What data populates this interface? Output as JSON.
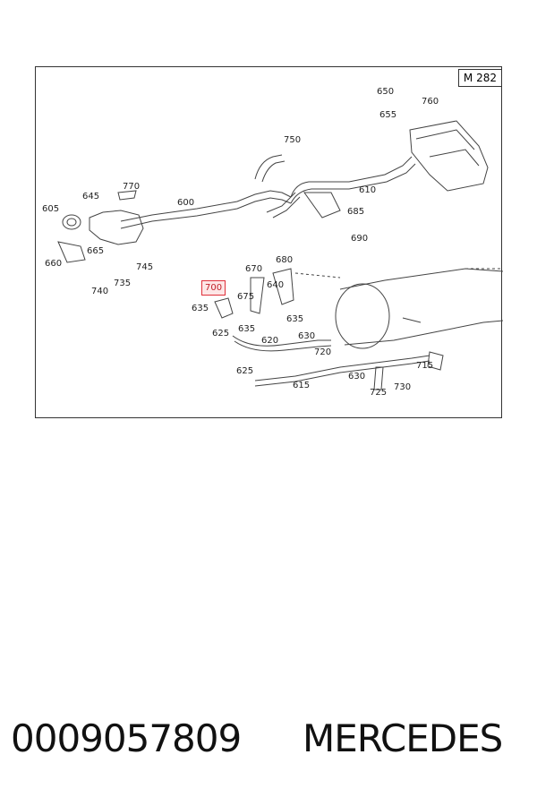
{
  "diagram": {
    "page_code": "M 282",
    "highlighted": "700",
    "labels": [
      {
        "id": "605",
        "text": "605"
      },
      {
        "id": "645",
        "text": "645"
      },
      {
        "id": "770",
        "text": "770"
      },
      {
        "id": "600",
        "text": "600"
      },
      {
        "id": "750",
        "text": "750"
      },
      {
        "id": "650",
        "text": "650"
      },
      {
        "id": "760",
        "text": "760"
      },
      {
        "id": "655",
        "text": "655"
      },
      {
        "id": "610",
        "text": "610"
      },
      {
        "id": "685",
        "text": "685"
      },
      {
        "id": "690",
        "text": "690"
      },
      {
        "id": "665",
        "text": "665"
      },
      {
        "id": "660",
        "text": "660"
      },
      {
        "id": "745",
        "text": "745"
      },
      {
        "id": "740",
        "text": "740"
      },
      {
        "id": "735",
        "text": "735"
      },
      {
        "id": "680",
        "text": "680"
      },
      {
        "id": "670",
        "text": "670"
      },
      {
        "id": "640",
        "text": "640"
      },
      {
        "id": "700",
        "text": "700"
      },
      {
        "id": "675",
        "text": "675"
      },
      {
        "id": "635a",
        "text": "635"
      },
      {
        "id": "635b",
        "text": "635"
      },
      {
        "id": "635c",
        "text": "635"
      },
      {
        "id": "625a",
        "text": "625"
      },
      {
        "id": "620",
        "text": "620"
      },
      {
        "id": "630a",
        "text": "630"
      },
      {
        "id": "720",
        "text": "720"
      },
      {
        "id": "625b",
        "text": "625"
      },
      {
        "id": "615",
        "text": "615"
      },
      {
        "id": "630b",
        "text": "630"
      },
      {
        "id": "715",
        "text": "715"
      },
      {
        "id": "725",
        "text": "725"
      },
      {
        "id": "730",
        "text": "730"
      }
    ]
  },
  "footer": {
    "part_number": "0009057809",
    "brand": "MERCEDES"
  }
}
